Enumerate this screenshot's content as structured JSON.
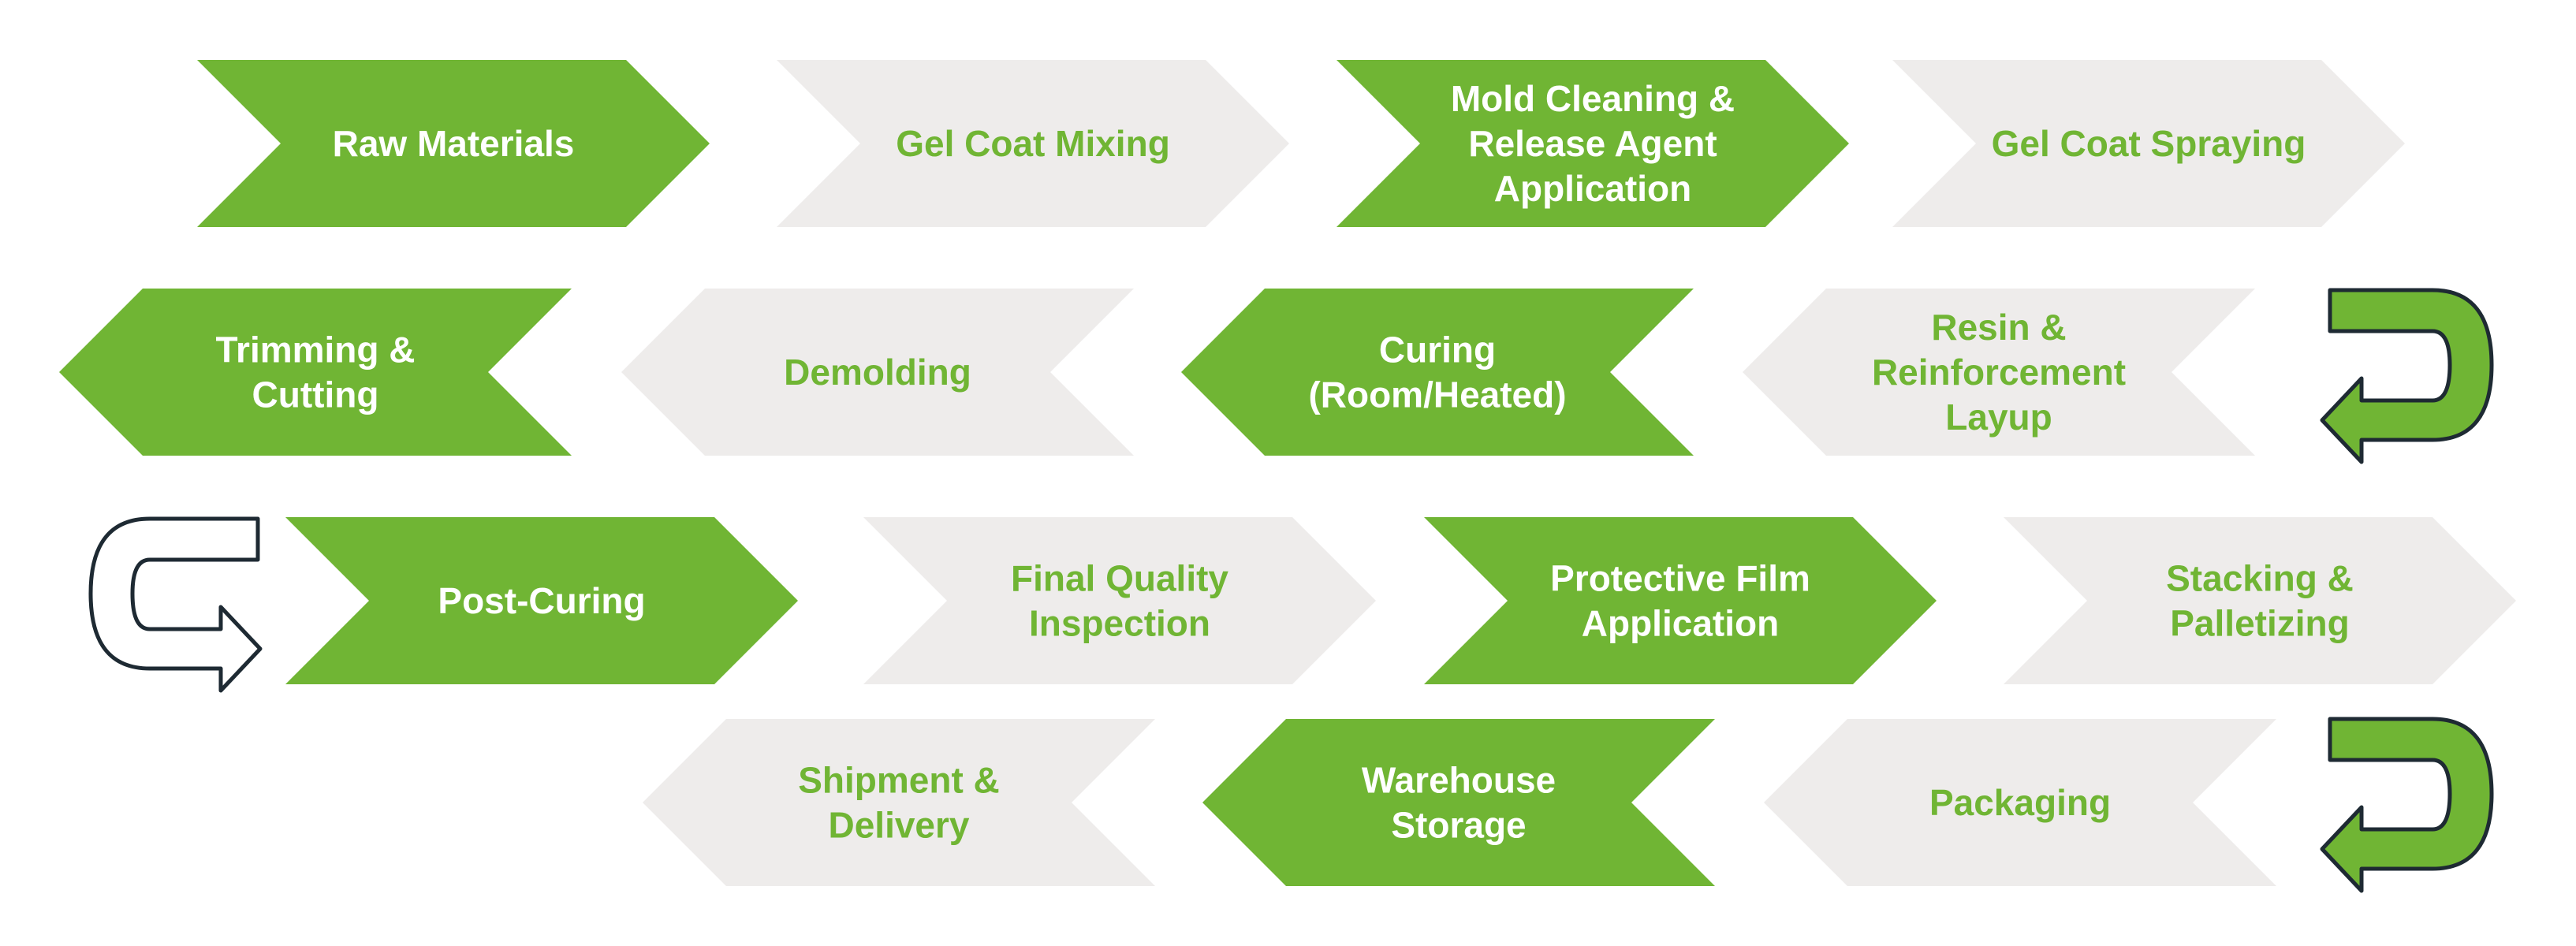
{
  "colors": {
    "green": "#70b534",
    "light": "#eeeceb",
    "white_text": "#ffffff",
    "green_text": "#70b534",
    "outline": "#1e2a33"
  },
  "steps": [
    {
      "lines": [
        "Raw Materials"
      ],
      "style": "green",
      "direction": "right"
    },
    {
      "lines": [
        "Gel Coat  Mixing"
      ],
      "style": "light",
      "direction": "right"
    },
    {
      "lines": [
        "Mold Cleaning &",
        "Release Agent",
        "Application"
      ],
      "style": "green",
      "direction": "right"
    },
    {
      "lines": [
        "Gel Coat Spraying"
      ],
      "style": "light",
      "direction": "right"
    },
    {
      "lines": [
        "Trimming &",
        "Cutting"
      ],
      "style": "green",
      "direction": "left"
    },
    {
      "lines": [
        "Demolding"
      ],
      "style": "light",
      "direction": "left"
    },
    {
      "lines": [
        "Curing",
        "(Room/Heated)"
      ],
      "style": "green",
      "direction": "left"
    },
    {
      "lines": [
        "Resin &",
        "Reinforcement",
        "Layup"
      ],
      "style": "light",
      "direction": "left"
    },
    {
      "lines": [
        "Post-Curing"
      ],
      "style": "green",
      "direction": "right"
    },
    {
      "lines": [
        "Final Quality",
        "Inspection"
      ],
      "style": "light",
      "direction": "right"
    },
    {
      "lines": [
        "Protective Film",
        "Application"
      ],
      "style": "green",
      "direction": "right"
    },
    {
      "lines": [
        "Stacking &",
        "Palletizing"
      ],
      "style": "light",
      "direction": "right"
    },
    {
      "lines": [
        "Shipment &",
        "Delivery"
      ],
      "style": "light",
      "direction": "left"
    },
    {
      "lines": [
        "Warehouse",
        "Storage"
      ],
      "style": "green",
      "direction": "left"
    },
    {
      "lines": [
        "Packaging"
      ],
      "style": "light",
      "direction": "left"
    }
  ],
  "turn_arrows": [
    {
      "name": "turn-arrow-row1-to-row2",
      "icon": "u-turn-left-icon",
      "style": "green"
    },
    {
      "name": "turn-arrow-row2-to-row3",
      "icon": "u-turn-right-icon",
      "style": "outline"
    },
    {
      "name": "turn-arrow-row3-to-row4",
      "icon": "u-turn-left-icon",
      "style": "green"
    }
  ]
}
